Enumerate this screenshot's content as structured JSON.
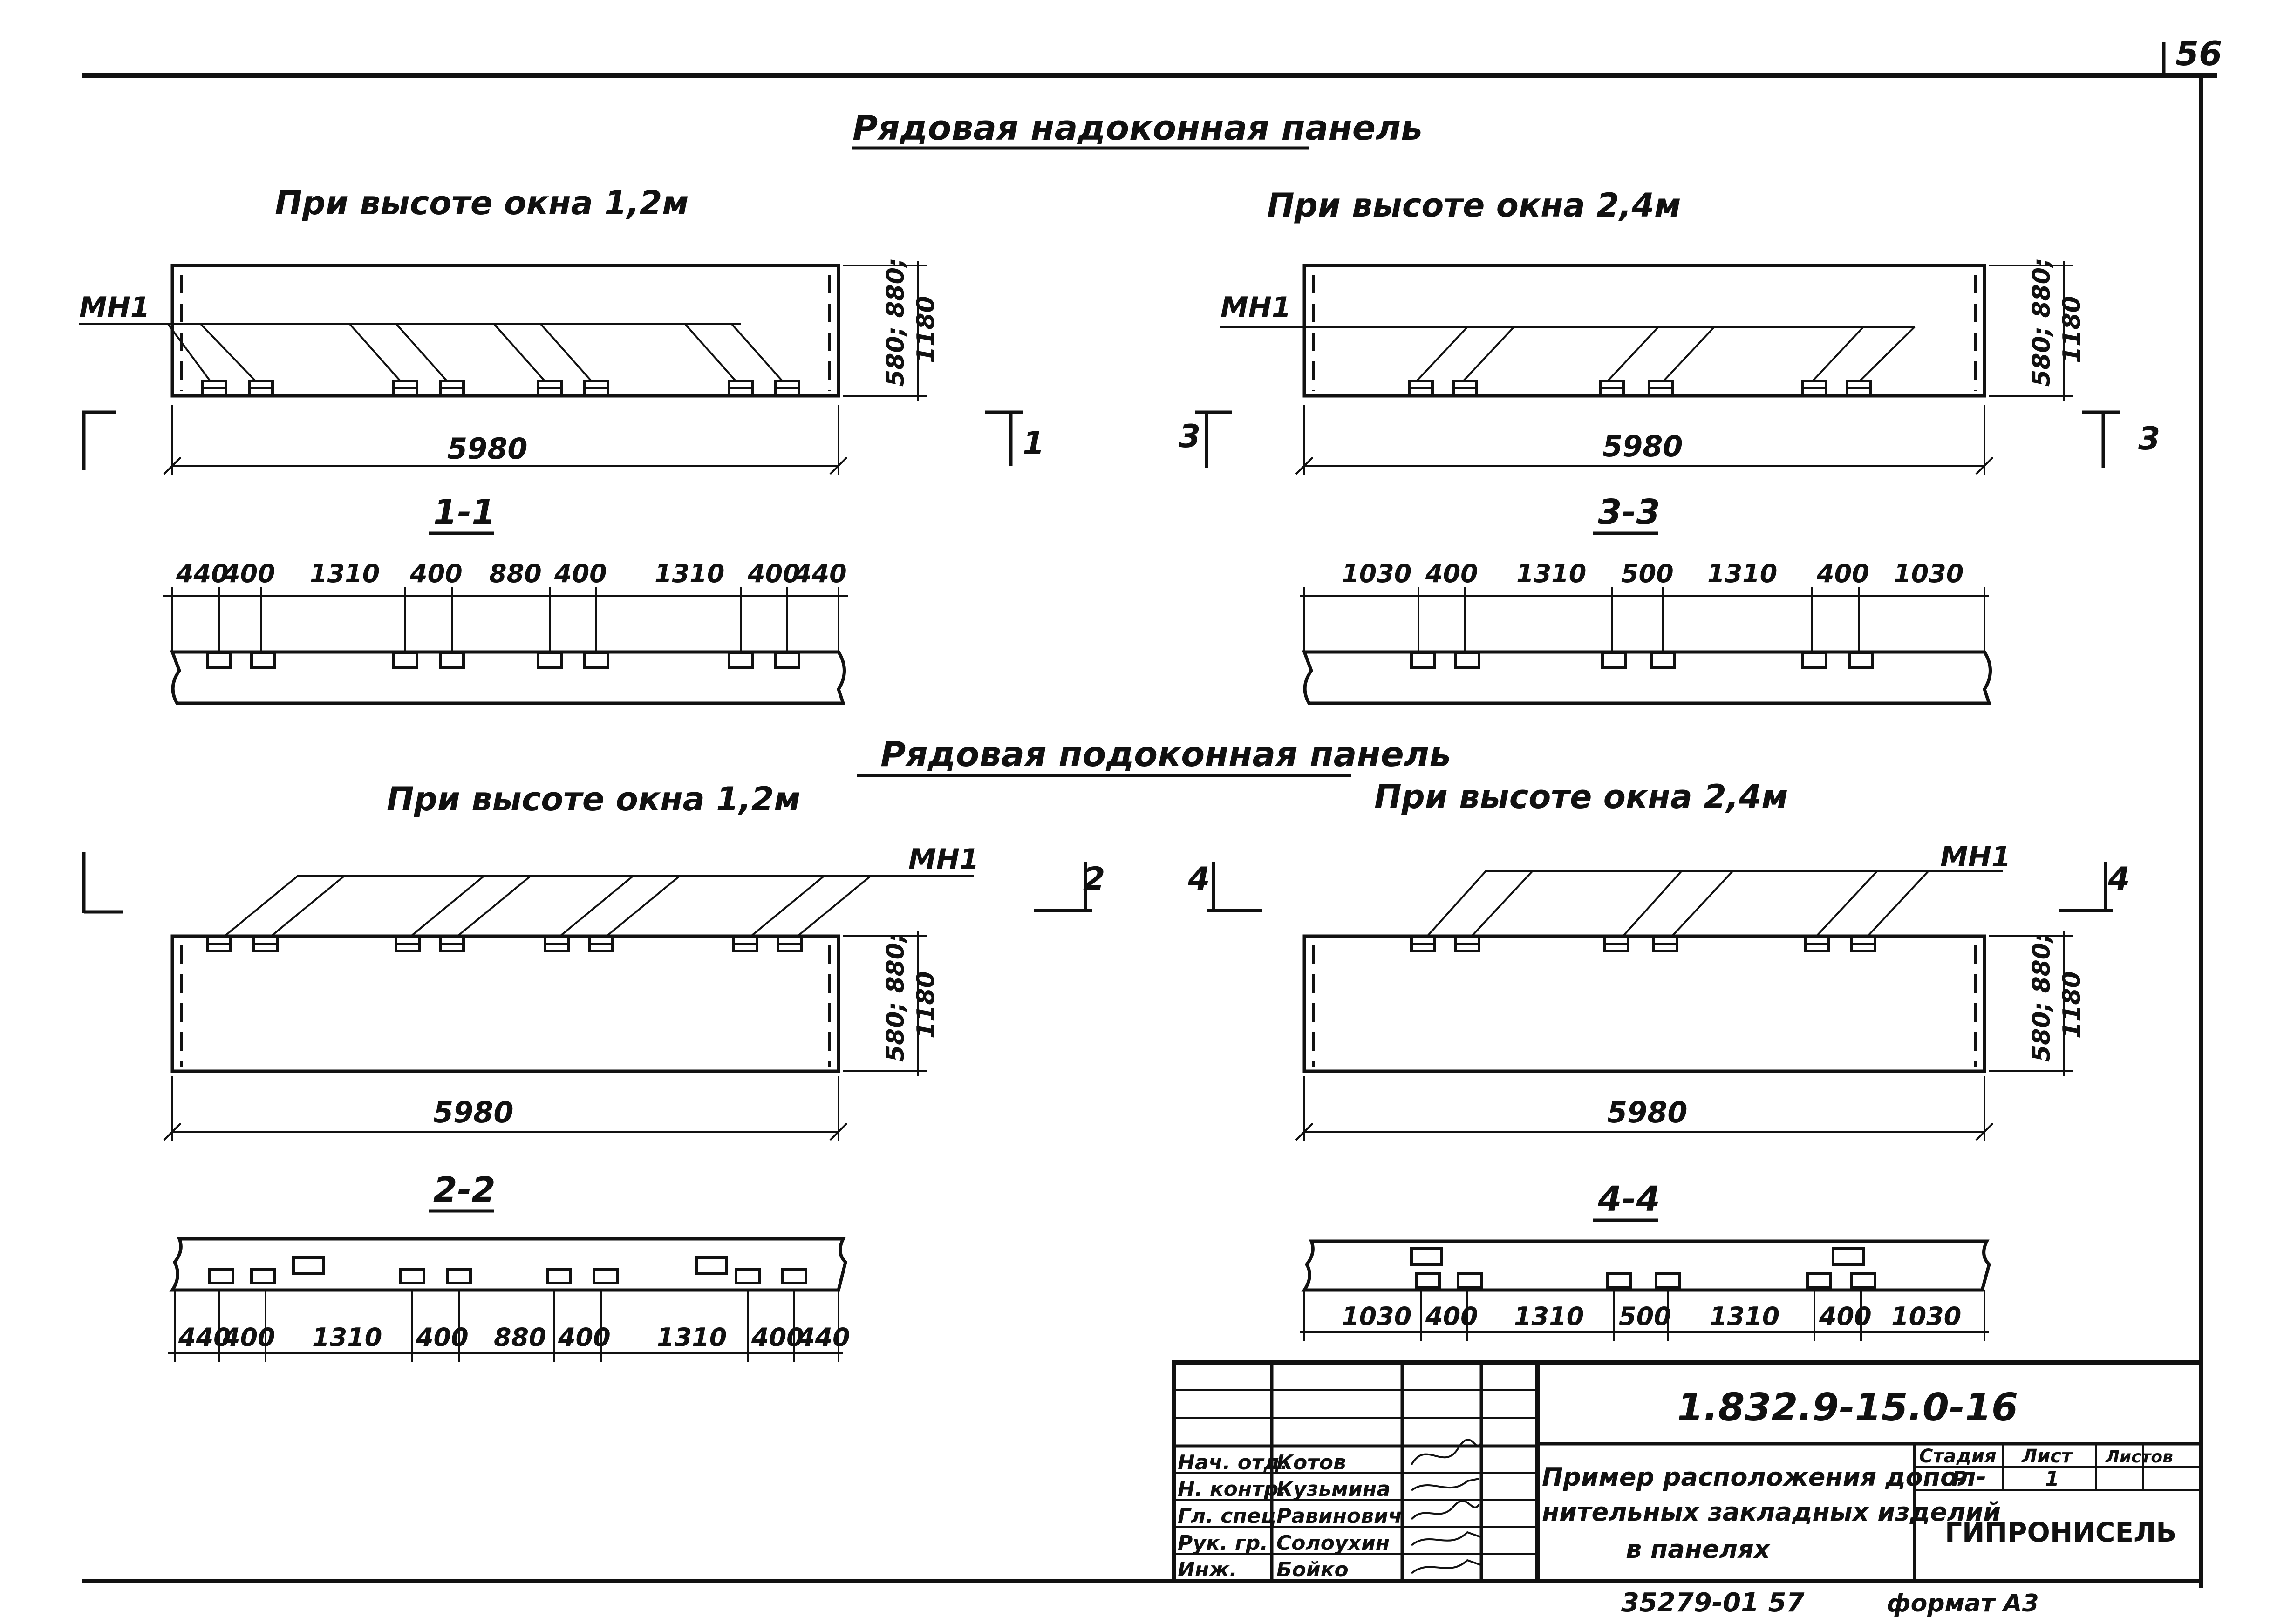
{
  "sheet": {
    "page_number": "56"
  },
  "top": {
    "title": "Рядовая надоконная панель",
    "left_caption": "При высоте окна 1,2м",
    "right_caption": "При высоте окна 2,4м"
  },
  "bottom": {
    "title": "Рядовая подоконная панель",
    "left_caption": "При высоте окна 1,2м",
    "right_caption": "При высоте окна 2,4м"
  },
  "labels": {
    "mark": "МН1",
    "panel_length": "5980",
    "panel_height_1": "580; 880;",
    "panel_height_2": "1180"
  },
  "sections": {
    "s11": {
      "title": "1-1",
      "marker": "1",
      "dims": [
        "440",
        "400",
        "1310",
        "400",
        "880",
        "400",
        "1310",
        "400",
        "440"
      ]
    },
    "s33": {
      "title": "3-3",
      "marker": "3",
      "dims": [
        "1030",
        "400",
        "1310",
        "500",
        "1310",
        "400",
        "1030"
      ]
    },
    "s22": {
      "title": "2-2",
      "marker": "2",
      "dims": [
        "440",
        "400",
        "1310",
        "400",
        "880",
        "400",
        "1310",
        "400",
        "440"
      ]
    },
    "s44": {
      "title": "4-4",
      "marker": "4",
      "dims": [
        "1030",
        "400",
        "1310",
        "500",
        "1310",
        "400",
        "1030"
      ]
    }
  },
  "stamp": {
    "code": "1.832.9-15.0-16",
    "roles": [
      "Нач. отд.",
      "Н. контр.",
      "Гл. спец.",
      "Рук. гр.",
      "Инж."
    ],
    "names": [
      "Котов",
      "Кузьмина",
      "Равинович",
      "Солоухин",
      "Бойко"
    ],
    "description_1": "Пример расположения допол-",
    "description_2": "нительных закладных изделий",
    "description_3": "в панелях",
    "stage_header": "Стадия",
    "sheet_header": "Лист",
    "sheets_header": "Листов",
    "stage": "Р",
    "sheet": "1",
    "org": "ГИПРОНИСЕЛЬ"
  },
  "footer": {
    "archive_no": "35279-01 57",
    "format": "формат А3"
  }
}
